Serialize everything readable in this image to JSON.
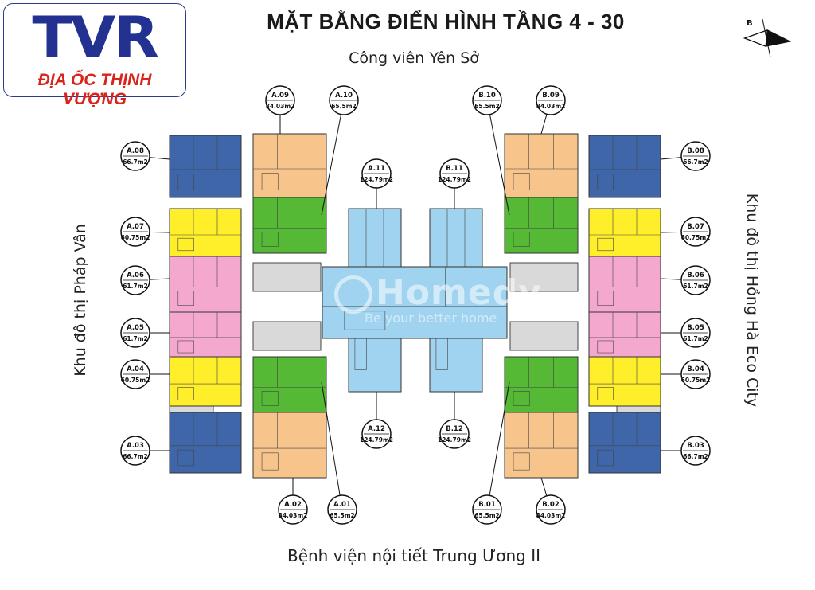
{
  "logo": {
    "main": "TVR",
    "sub": "ĐỊA ỐC THỊNH VƯỢNG"
  },
  "title": "MẶT BẰNG ĐIỂN HÌNH TẦNG 4 - 30",
  "edges": {
    "top": "Công viên Yên Sở",
    "bottom": "Bệnh viện nội tiết Trung Ương II",
    "left": "Khu đô thị Pháp Vân",
    "right": "Khu đô thị Hồng Hà Eco City"
  },
  "compass": {
    "letter": "B"
  },
  "watermark": {
    "name": "Homedy",
    "tagline": "Be your better home"
  },
  "colors": {
    "navy": "#3f66a8",
    "orange": "#f7c48c",
    "green": "#55b935",
    "yellow": "#ffee2a",
    "pink": "#f4a8ce",
    "light_blue": "#9fd3f0",
    "gray": "#d9d9d9"
  },
  "units": [
    {
      "code": "A.09",
      "area": "84.03m2"
    },
    {
      "code": "A.10",
      "area": "65.5m2"
    },
    {
      "code": "B.10",
      "area": "65.5m2"
    },
    {
      "code": "B.09",
      "area": "84.03m2"
    },
    {
      "code": "A.08",
      "area": "66.7m2"
    },
    {
      "code": "B.08",
      "area": "66.7m2"
    },
    {
      "code": "A.11",
      "area": "124.79m2"
    },
    {
      "code": "B.11",
      "area": "124.79m2"
    },
    {
      "code": "A.07",
      "area": "60.75m2"
    },
    {
      "code": "B.07",
      "area": "60.75m2"
    },
    {
      "code": "A.06",
      "area": "61.7m2"
    },
    {
      "code": "B.06",
      "area": "61.7m2"
    },
    {
      "code": "A.05",
      "area": "61.7m2"
    },
    {
      "code": "B.05",
      "area": "61.7m2"
    },
    {
      "code": "A.04",
      "area": "60.75m2"
    },
    {
      "code": "B.04",
      "area": "60.75m2"
    },
    {
      "code": "A.12",
      "area": "124.79m2"
    },
    {
      "code": "B.12",
      "area": "124.79m2"
    },
    {
      "code": "A.03",
      "area": "66.7m2"
    },
    {
      "code": "B.03",
      "area": "66.7m2"
    },
    {
      "code": "A.02",
      "area": "84.03m2"
    },
    {
      "code": "A.01",
      "area": "65.5m2"
    },
    {
      "code": "B.01",
      "area": "65.5m2"
    },
    {
      "code": "B.02",
      "area": "84.03m2"
    }
  ]
}
